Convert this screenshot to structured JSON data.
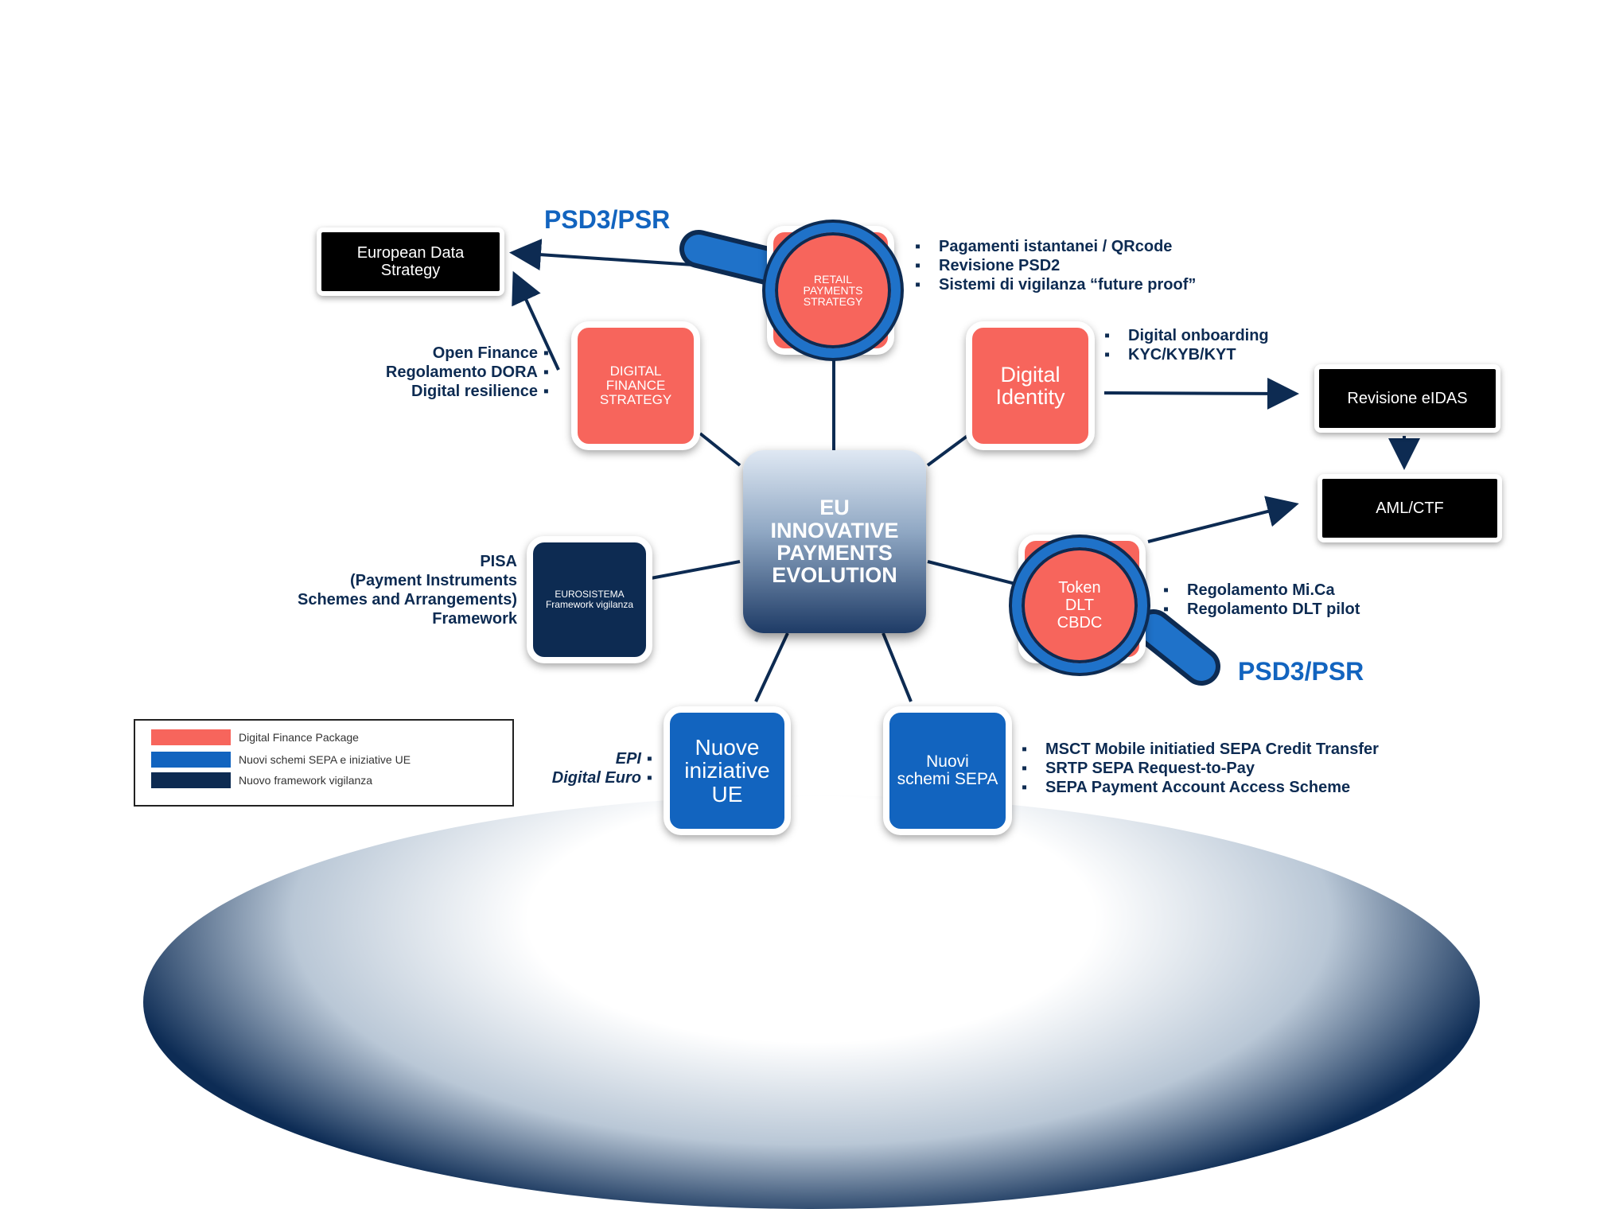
{
  "center": {
    "l1": "EU",
    "l2": "INNOVATIVE",
    "l3": "PAYMENTS",
    "l4": "EVOLUTION"
  },
  "nodes": {
    "retail": {
      "l1": "RETAIL",
      "l2": "PAYMENTS",
      "l3": "STRATEGY"
    },
    "dfs": {
      "l1": "DIGITAL",
      "l2": "FINANCE",
      "l3": "STRATEGY"
    },
    "identity": {
      "l1": "Digital",
      "l2": "Identity"
    },
    "token": {
      "l1": "Token",
      "l2": "DLT",
      "l3": "CBDC"
    },
    "euro": {
      "l1": "EUROSISTEMA",
      "l2": "Framework vigilanza"
    },
    "nuove": {
      "l1": "Nuove",
      "l2": "iniziative",
      "l3": "UE"
    },
    "sepa": {
      "l1": "Nuovi",
      "l2": "schemi SEPA"
    }
  },
  "boxes": {
    "eds": {
      "l1": "European Data",
      "l2": "Strategy"
    },
    "eidas": "Revisione eIDAS",
    "aml": "AML/CTF"
  },
  "psd_top": "PSD3/PSR",
  "psd_bottom": "PSD3/PSR",
  "bullets": {
    "retail": [
      "Pagamenti istantanei / QRcode",
      "Revisione PSD2",
      "Sistemi di vigilanza “future proof”"
    ],
    "identity": [
      "Digital onboarding",
      "KYC/KYB/KYT"
    ],
    "dfs": [
      "Open Finance",
      "Regolamento DORA",
      "Digital resilience"
    ],
    "token": [
      "Regolamento Mi.Ca",
      "Regolamento DLT pilot"
    ],
    "sepa": [
      "MSCT Mobile initiatied SEPA Credit Transfer",
      "SRTP SEPA Request-to-Pay",
      "SEPA Payment Account Access Scheme"
    ],
    "nuove": [
      "EPI",
      "Digital Euro"
    ]
  },
  "pisa": {
    "l1": "PISA",
    "l2": "(Payment Instruments",
    "l3": "Schemes and Arrangements)",
    "l4": "Framework"
  },
  "legend": [
    {
      "label": "Digital Finance Package",
      "color": "#f7655c"
    },
    {
      "label": "Nuovi schemi SEPA e iniziative UE",
      "color": "#1264bf"
    },
    {
      "label": "Nuovo framework vigilanza",
      "color": "#0d2b52"
    }
  ]
}
